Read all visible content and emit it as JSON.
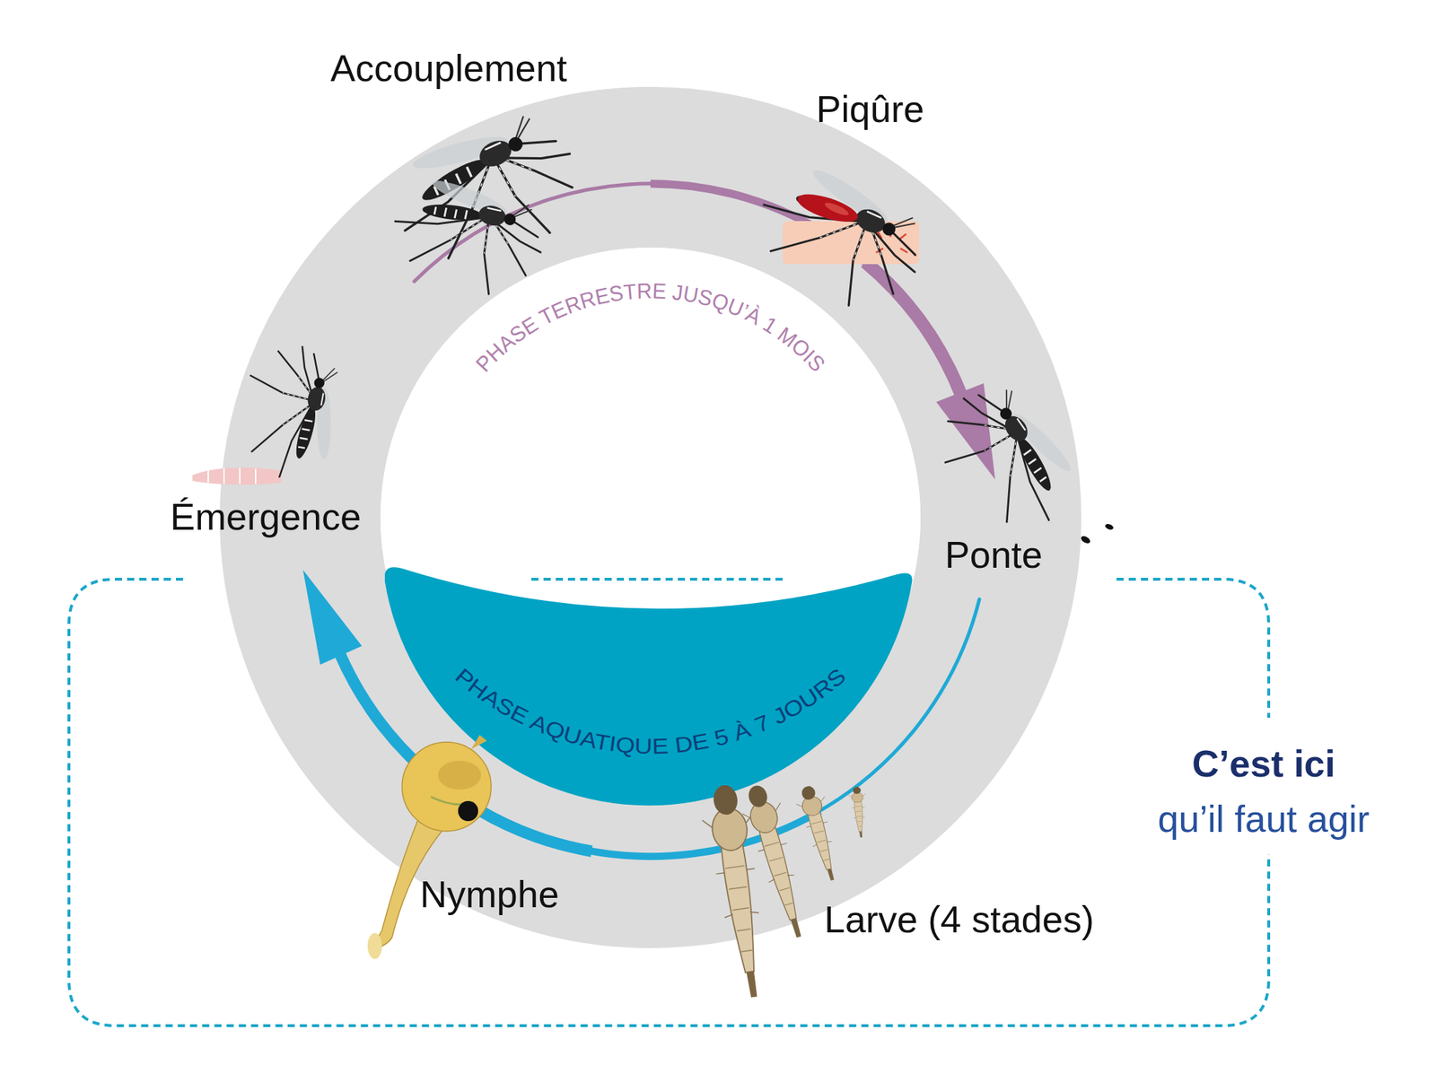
{
  "diagram": {
    "labels": [
      "Accouplement",
      "Piqûre",
      "PHASE TERRESTRE JUSQU’À 1 MOIS",
      "Émergence",
      "Ponte",
      "PHASE AQUATIQUE DE 5 À 7 JOURS",
      "C’est ici",
      "qu’il faut agir",
      "Nymphe",
      "Larve (4 stades)"
    ]
  }
}
